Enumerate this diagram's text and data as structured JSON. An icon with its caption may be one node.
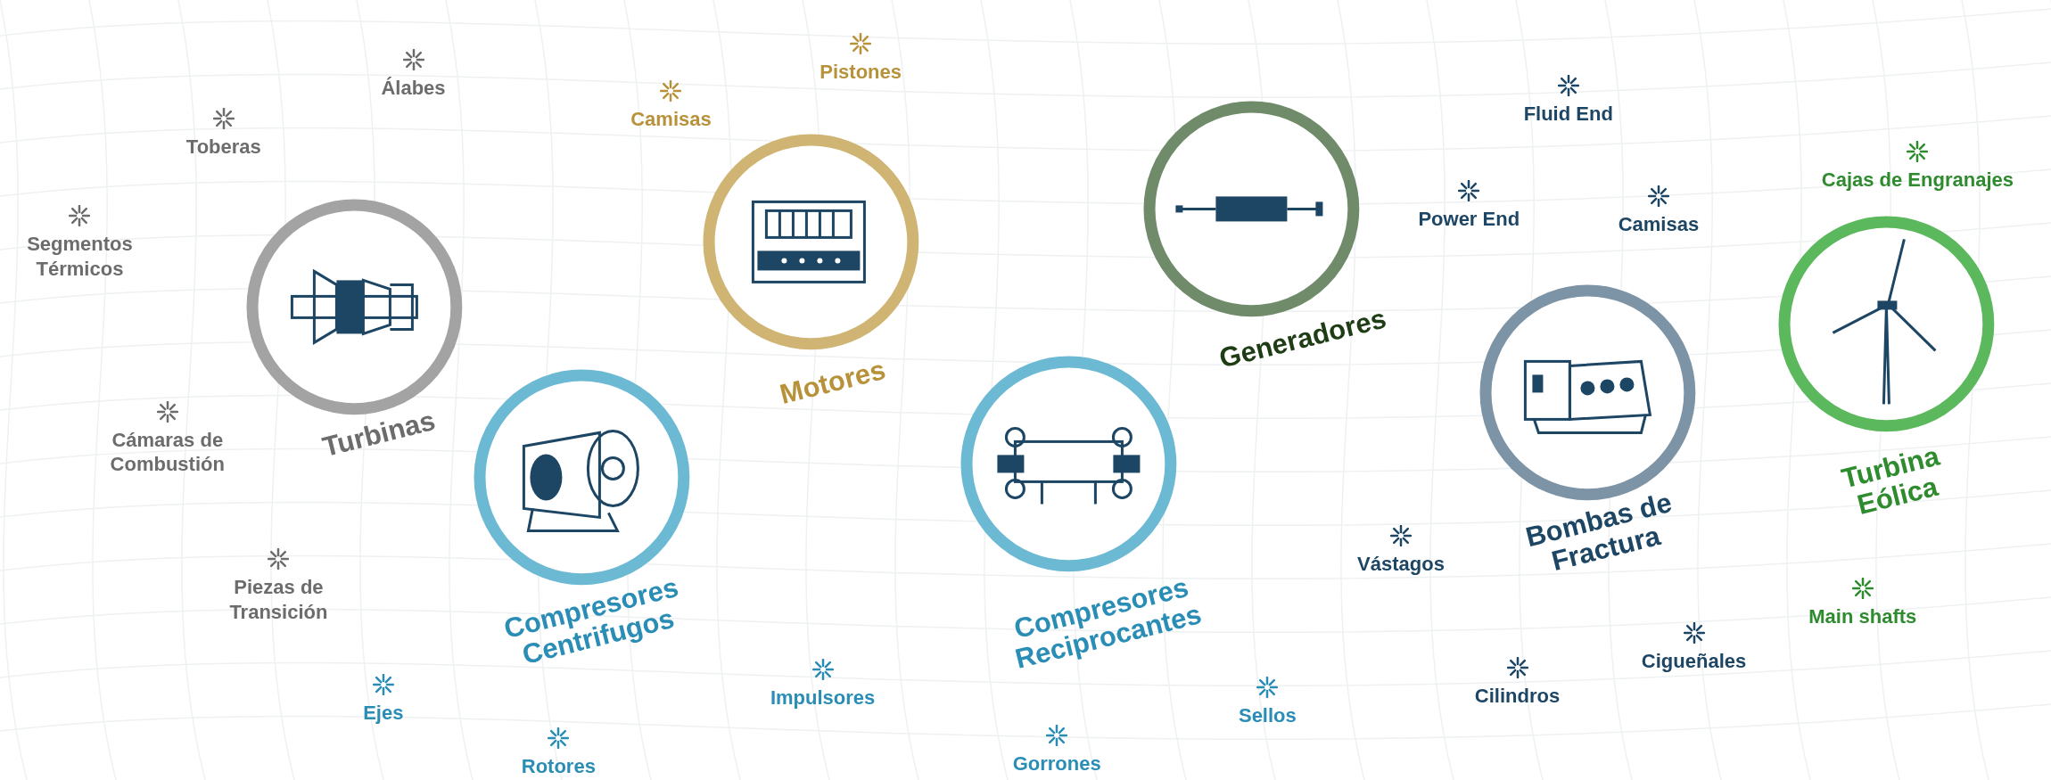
{
  "diagram": {
    "nodes": [
      {
        "text": [
          "Turbinas"
        ]
      },
      {
        "text": [
          "Compresores Centrifugos"
        ]
      },
      {
        "text": [
          "Motores"
        ]
      },
      {
        "text": [
          "Compresores Reciprocantes"
        ]
      },
      {
        "text": [
          "Generadores"
        ]
      },
      {
        "text": [
          "Bombas de Fractura"
        ]
      },
      {
        "text": [
          "Turbina Eólica"
        ]
      }
    ],
    "labels": [
      "Pistones",
      "Álabes",
      "Camisas",
      "Toberas",
      "Segmentos Térmicos",
      "Cámaras de Combustión",
      "Piezas de Transición",
      "Ejes",
      "Rotores",
      "Impulsores",
      "Gorrones",
      "Sellos",
      "Fluid End",
      "Power End",
      "Camisas",
      "Vástagos",
      "Cilindros",
      "Cigueñales",
      "Cajas de Engranajes",
      "Main shafts"
    ]
  }
}
